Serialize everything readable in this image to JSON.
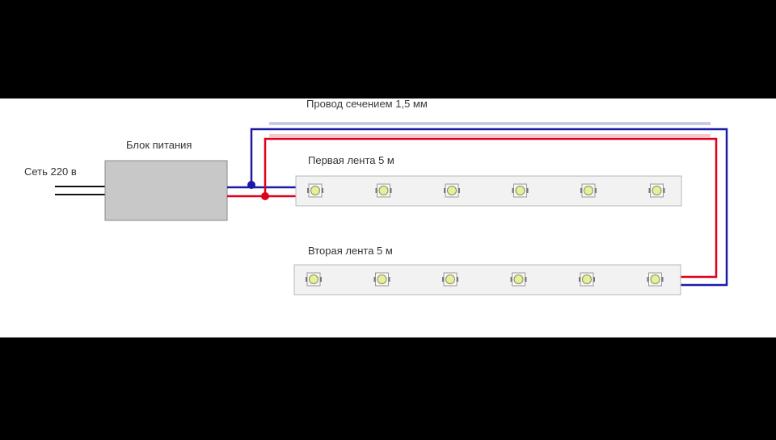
{
  "labels": {
    "wire": "Провод сечением 1,5 мм",
    "power_supply": "Блок питания",
    "mains": "Сеть 220 в",
    "strip_first": "Первая лента 5 м",
    "strip_second": "Вторая лента 5 м"
  },
  "strips": {
    "first_led_count": 6,
    "second_led_count": 6
  },
  "colors": {
    "background": "#000000",
    "panel": "#ffffff",
    "wire_positive": "#e0001b",
    "wire_negative": "#1a1aa6",
    "power_supply": "#c8c8c8",
    "strip": "#f2f2f2",
    "led": "#e6ef9a"
  }
}
